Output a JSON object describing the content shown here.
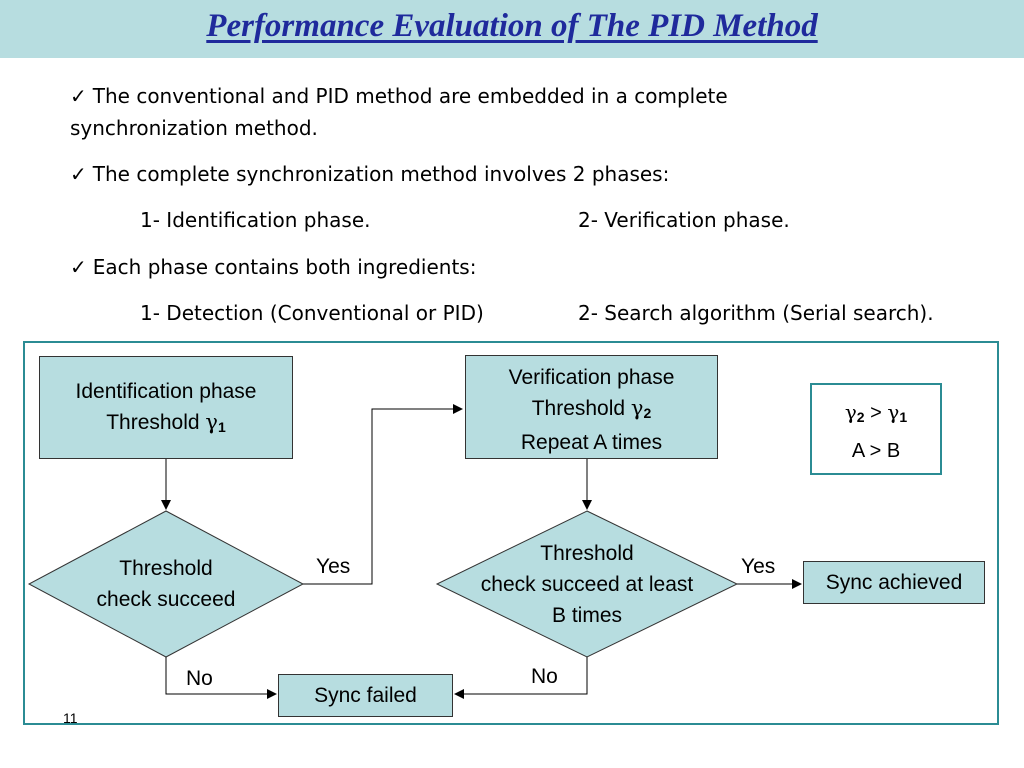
{
  "title": "Performance Evaluation of The PID Method",
  "bullets": {
    "check": "✓",
    "b1_line1": "The conventional and  PID method are embedded in a complete",
    "b1_line2": "synchronization method.",
    "b2": "The complete synchronization method involves 2 phases:",
    "b2_item1": "1- Identification phase.",
    "b2_item2": "2- Verification phase.",
    "b3": "Each phase contains both ingredients:",
    "b3_item1": "1- Detection (Conventional or PID)",
    "b3_item2": "2- Search algorithm (Serial search)."
  },
  "diagram": {
    "ident_box": {
      "line1": "Identification phase",
      "line2_prefix": "Threshold ",
      "gamma": "γ",
      "sub": "1"
    },
    "verif_box": {
      "line1": "Verification phase",
      "line2_prefix": "Threshold ",
      "gamma": "γ",
      "sub": "2",
      "line3": "Repeat A times"
    },
    "cond_box": {
      "g1": "γ",
      "s1": "2",
      "gt": " > ",
      "g2": "γ",
      "s2": "1",
      "line2": "A > B"
    },
    "decision1": {
      "line1": "Threshold",
      "line2": "check succeed"
    },
    "decision2": {
      "line1": "Threshold",
      "line2": "check succeed at least",
      "line3": "B times"
    },
    "sync_achieved": "Sync achieved",
    "sync_failed": "Sync failed",
    "yes1": "Yes",
    "yes2": "Yes",
    "no1": "No",
    "no2": "No"
  },
  "page_number": "11"
}
